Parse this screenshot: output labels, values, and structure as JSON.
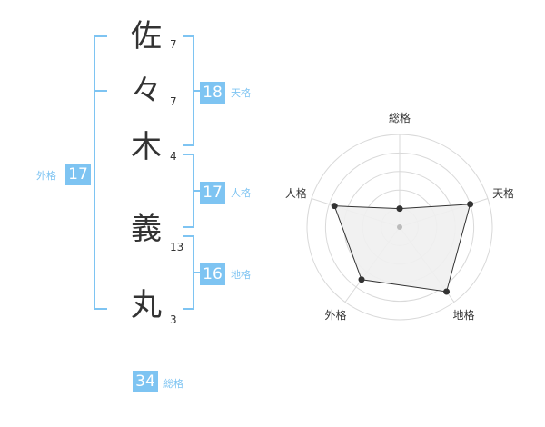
{
  "name": {
    "characters": [
      {
        "char": "佐",
        "strokes": "7"
      },
      {
        "char": "々",
        "strokes": "7"
      },
      {
        "char": "木",
        "strokes": "4"
      },
      {
        "char": "義",
        "strokes": "13"
      },
      {
        "char": "丸",
        "strokes": "3"
      }
    ]
  },
  "kaku": {
    "tenkaku": {
      "value": "18",
      "label": "天格"
    },
    "jinkaku": {
      "value": "17",
      "label": "人格"
    },
    "chikaku": {
      "value": "16",
      "label": "地格"
    },
    "gaikaku": {
      "value": "17",
      "label": "外格"
    },
    "soukaku": {
      "value": "34",
      "label": "総格"
    }
  },
  "colors": {
    "accent": "#7ec4f2",
    "text": "#333333",
    "grid": "#d9d9d9",
    "fill": "#f0f0f0",
    "line": "#333333"
  },
  "chart_data": {
    "type": "radar",
    "axes": [
      "総格",
      "天格",
      "地格",
      "外格",
      "人格"
    ],
    "values": [
      1,
      4,
      4.3,
      3.5,
      3.7
    ],
    "range": [
      0,
      5
    ],
    "rings": 5
  }
}
